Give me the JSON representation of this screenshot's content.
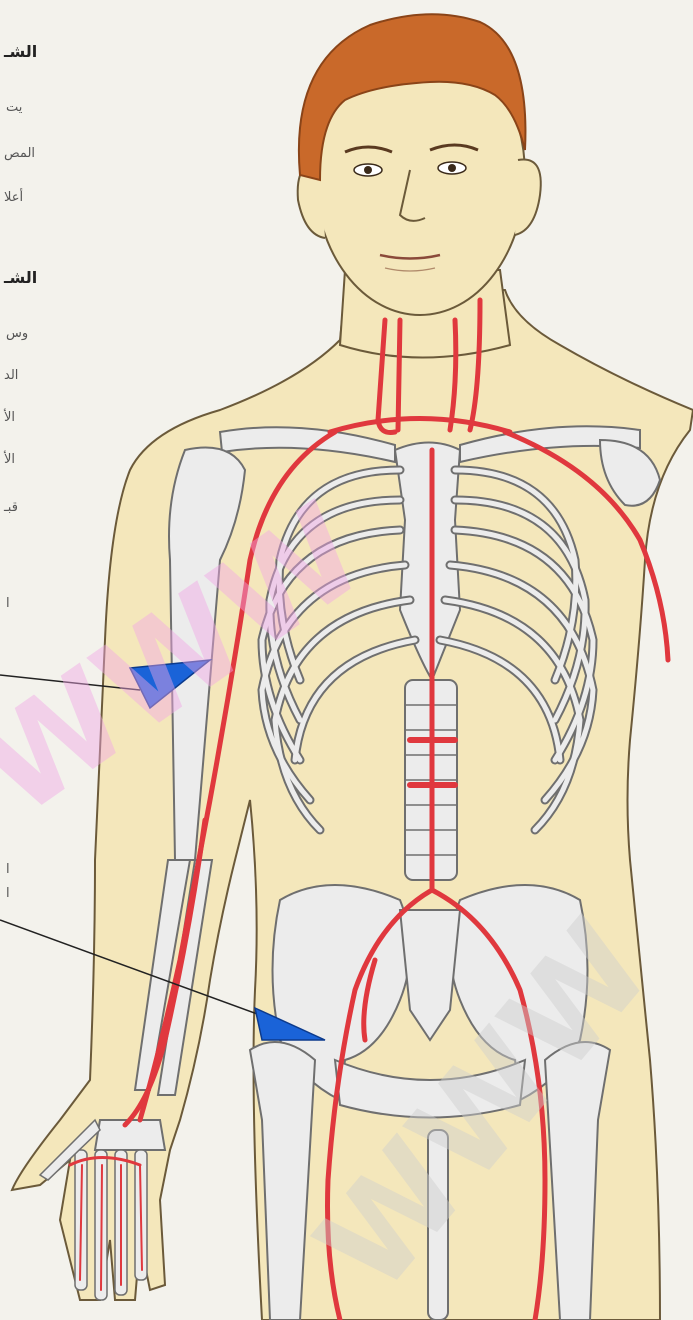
{
  "text_column": {
    "heading_1": "الشـ",
    "lines_1": [
      "يت",
      "المص",
      "أعلا"
    ],
    "heading_2": "الشـ",
    "lines_2": [
      "وس",
      "الد",
      "الأ",
      "الأ",
      "قبـ"
    ],
    "fragments": [
      "ا",
      "ا",
      "ا"
    ]
  },
  "colors": {
    "background": "#f3f2ec",
    "skin": "#f4e7bb",
    "skin_outline": "#6b5a3a",
    "hair": "#c9692a",
    "bone": "#ececec",
    "bone_outline": "#6f6f6f",
    "artery": "#e0383e",
    "pointer": "#1a63d8",
    "watermark_pink": "#f2a6e6",
    "watermark_grey": "#cfcfcf"
  },
  "pointers": [
    {
      "label": "pointer-upper-arm",
      "icon": "blue-triangle-pointer"
    },
    {
      "label": "pointer-groin",
      "icon": "blue-triangle-pointer"
    }
  ],
  "watermark": {
    "text": "WWW"
  }
}
